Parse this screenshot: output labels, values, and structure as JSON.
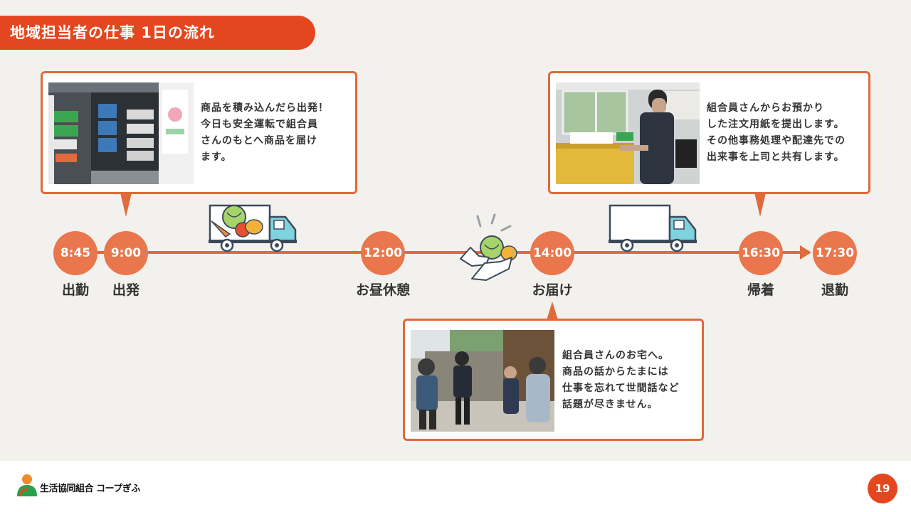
{
  "title": "地域担当者の仕事 1日の流れ",
  "callouts": {
    "departure": "商品を積み込んだら出発！\n今日も安全運転で組合員\nさんのもとへ商品を届け\nます。",
    "delivery": "組合員さんのお宅へ。\n商品の話からたまには\n仕事を忘れて世間話など\n話題が尽きません。",
    "return": "組合員さんからお預かり\nした注文用紙を提出します。\nその他事務処理や配達先での\n出来事を上司と共有します。"
  },
  "timeline": [
    {
      "time": "8:45",
      "label": "出勤"
    },
    {
      "time": "9:00",
      "label": "出発"
    },
    {
      "time": "12:00",
      "label": "お昼休憩"
    },
    {
      "time": "14:00",
      "label": "お届け"
    },
    {
      "time": "16:30",
      "label": "帰着"
    },
    {
      "time": "17:30",
      "label": "退勤"
    }
  ],
  "footer": {
    "logo_text": "生活協同組合 コープぎふ",
    "page_number": "19"
  },
  "colors": {
    "accent": "#e4471f",
    "node": "#e9764c",
    "border": "#e06a3b",
    "background": "#f3f1ee"
  }
}
